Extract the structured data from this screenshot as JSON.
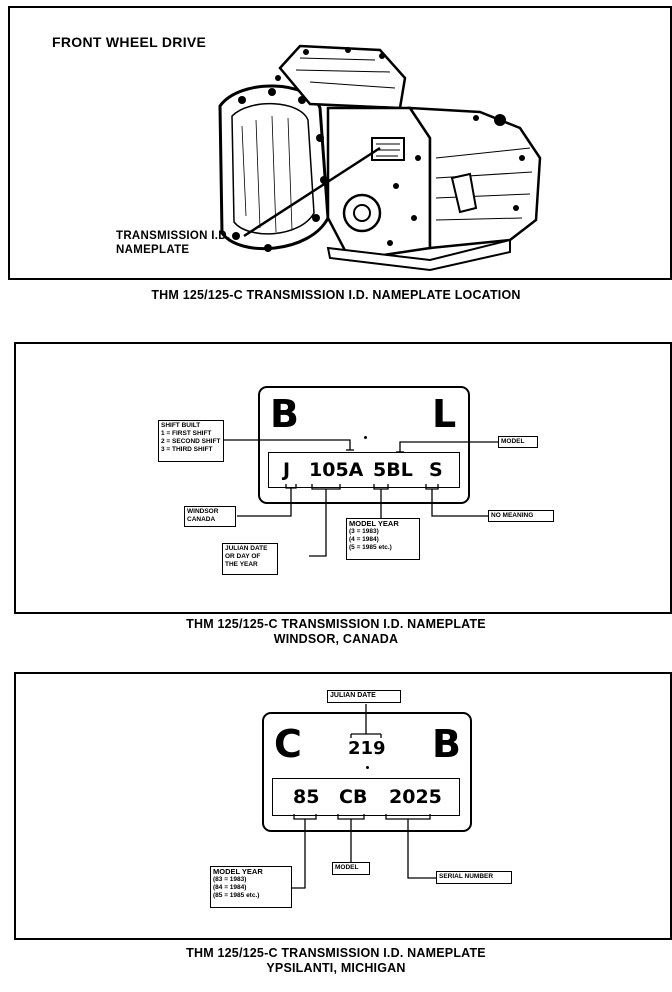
{
  "panel1": {
    "header": "FRONT WHEEL DRIVE",
    "callout_line1": "TRANSMISSION I.D.",
    "callout_line2": "NAMEPLATE",
    "caption": "THM 125/125-C TRANSMISSION I.D. NAMEPLATE LOCATION"
  },
  "panel2": {
    "big_left": "B",
    "big_right": "L",
    "codes": [
      "J",
      "105A",
      "5BL",
      "S"
    ],
    "shift_box": [
      "SHIFT BUILT",
      "1  =  FIRST SHIFT",
      "2  =  SECOND SHIFT",
      "3  =  THIRD SHIFT"
    ],
    "model_box": "MODEL",
    "windsor_box": [
      "WINDSOR",
      "CANADA"
    ],
    "no_meaning_box": "NO MEANING",
    "model_year_box": [
      "MODEL YEAR",
      "(3  =  1983)",
      "(4  =  1984)",
      "(5  =  1985 etc.)"
    ],
    "julian_box": [
      "JULIAN DATE",
      "OR DAY OF",
      "THE YEAR"
    ],
    "caption_line1": "THM 125/125-C TRANSMISSION I.D. NAMEPLATE",
    "caption_line2": "WINDSOR, CANADA"
  },
  "panel3": {
    "big_left": "C",
    "big_right": "B",
    "center_code": "219",
    "codes": [
      "85",
      "CB",
      "2025"
    ],
    "julian_box": "JULIAN DATE",
    "model_year_box": [
      "MODEL YEAR",
      "(83  =  1983)",
      "(84  =  1984)",
      "(85  =  1985 etc.)"
    ],
    "model_box": "MODEL",
    "serial_box": "SERIAL NUMBER",
    "caption_line1": "THM 125/125-C TRANSMISSION I.D. NAMEPLATE",
    "caption_line2": "YPSILANTI, MICHIGAN"
  }
}
